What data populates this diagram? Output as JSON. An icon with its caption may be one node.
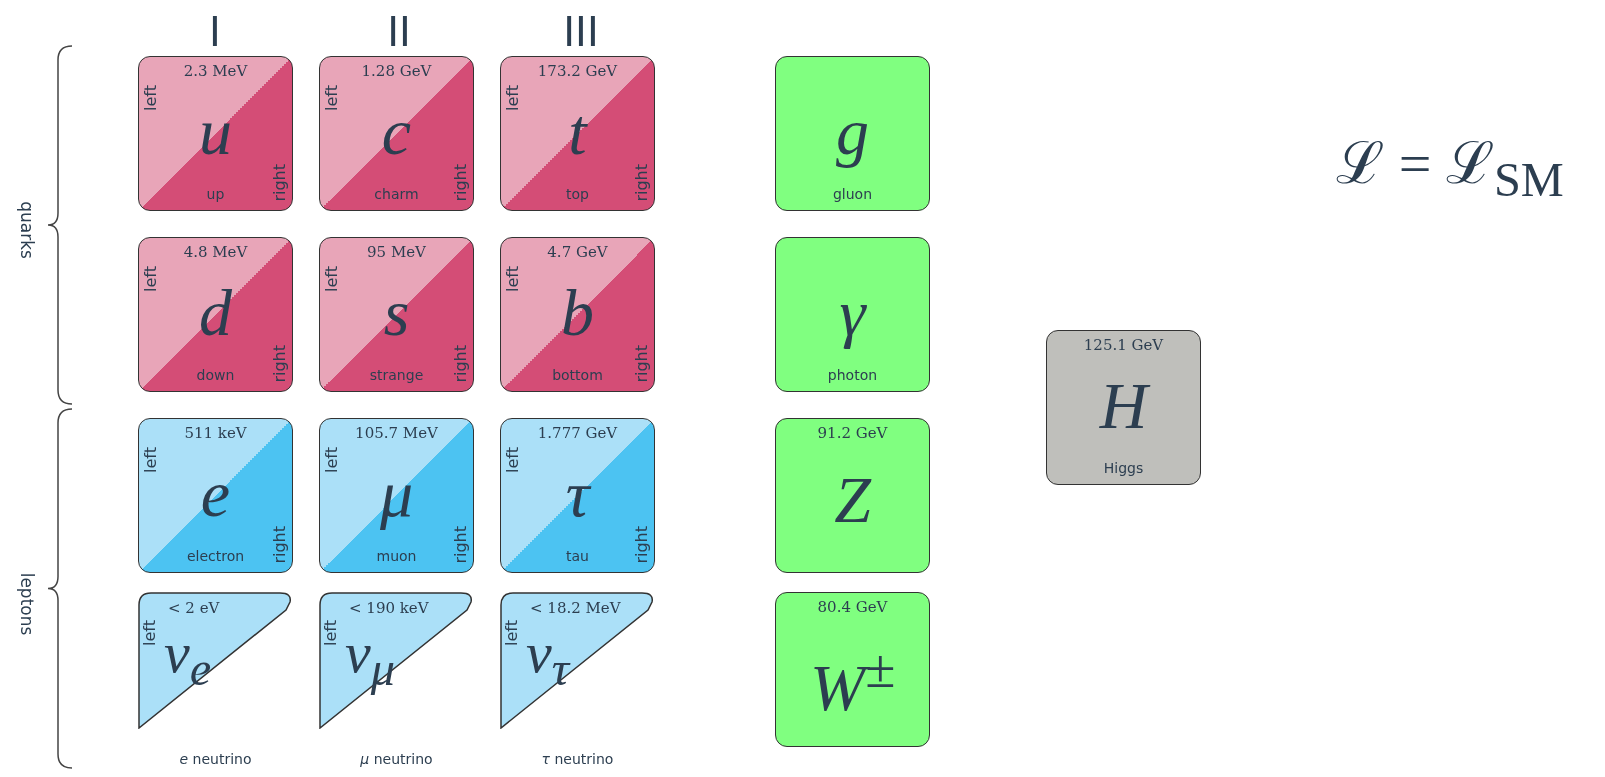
{
  "diagram": {
    "nodes": [
      {
        "text": [
          "2.3 MeV",
          "u",
          "up",
          "left",
          "right"
        ]
      },
      {
        "text": [
          "1.28 GeV",
          "c",
          "charm",
          "left",
          "right"
        ]
      },
      {
        "text": [
          "173.2 GeV",
          "t",
          "top",
          "left",
          "right"
        ]
      },
      {
        "text": [
          "g",
          "gluon"
        ]
      },
      {
        "text": [
          "4.8 MeV",
          "d",
          "down",
          "left",
          "right"
        ]
      },
      {
        "text": [
          "95 MeV",
          "s",
          "strange",
          "left",
          "right"
        ]
      },
      {
        "text": [
          "4.7 GeV",
          "b",
          "bottom",
          "left",
          "right"
        ]
      },
      {
        "text": [
          "γ",
          "photon"
        ]
      },
      {
        "text": [
          "125.1 GeV",
          "H",
          "Higgs"
        ]
      },
      {
        "text": [
          "511 keV",
          "e",
          "electron",
          "left",
          "right"
        ]
      },
      {
        "text": [
          "105.7 MeV",
          "μ",
          "muon",
          "left",
          "right"
        ]
      },
      {
        "text": [
          "1.777 GeV",
          "τ",
          "tau",
          "left",
          "right"
        ]
      },
      {
        "text": [
          "91.2 GeV",
          "Z"
        ]
      },
      {
        "text": [
          "< 2 eV",
          "ν$_{e}$",
          "left"
        ],
        "beside": [
          "*e* neutrino"
        ]
      },
      {
        "text": [
          "< 190 keV",
          "ν$_{μ}$",
          "left"
        ],
        "beside": [
          "*μ* neutrino"
        ]
      },
      {
        "text": [
          "< 18.2 MeV",
          "ν$_{τ}$",
          "left"
        ],
        "beside": [
          "*τ* neutrino"
        ]
      },
      {
        "text": [
          "80.4 GeV",
          "W$^{±}$"
        ]
      }
    ],
    "labels": [
      "I",
      "II",
      "III",
      "quarks",
      "leptons",
      "ℒ = ℒ$_{SM}$"
    ]
  }
}
